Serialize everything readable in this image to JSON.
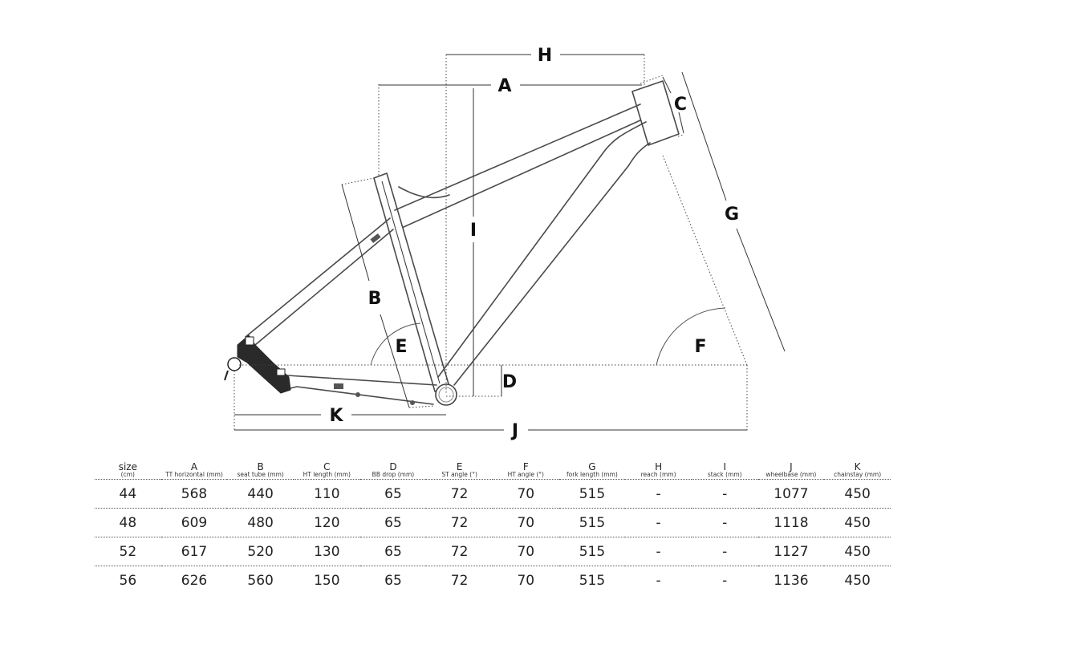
{
  "dimension_labels": {
    "A": "A",
    "B": "B",
    "C": "C",
    "D": "D",
    "E": "E",
    "F": "F",
    "G": "G",
    "H": "H",
    "I": "I",
    "J": "J",
    "K": "K"
  },
  "table": {
    "headers": [
      {
        "letter": "size",
        "sub": "(cm)"
      },
      {
        "letter": "A",
        "sub": "TT horizontal (mm)"
      },
      {
        "letter": "B",
        "sub": "seat tube (mm)"
      },
      {
        "letter": "C",
        "sub": "HT length (mm)"
      },
      {
        "letter": "D",
        "sub": "BB drop (mm)"
      },
      {
        "letter": "E",
        "sub": "ST angle (°)"
      },
      {
        "letter": "F",
        "sub": "HT angle (°)"
      },
      {
        "letter": "G",
        "sub": "fork length (mm)"
      },
      {
        "letter": "H",
        "sub": "reach (mm)"
      },
      {
        "letter": "I",
        "sub": "stack (mm)"
      },
      {
        "letter": "J",
        "sub": "wheelbase (mm)"
      },
      {
        "letter": "K",
        "sub": "chainstay (mm)"
      }
    ],
    "rows": [
      [
        "44",
        "568",
        "440",
        "110",
        "65",
        "72",
        "70",
        "515",
        "-",
        "-",
        "1077",
        "450"
      ],
      [
        "48",
        "609",
        "480",
        "120",
        "65",
        "72",
        "70",
        "515",
        "-",
        "-",
        "1118",
        "450"
      ],
      [
        "52",
        "617",
        "520",
        "130",
        "65",
        "72",
        "70",
        "515",
        "-",
        "-",
        "1127",
        "450"
      ],
      [
        "56",
        "626",
        "560",
        "150",
        "65",
        "72",
        "70",
        "515",
        "-",
        "-",
        "1136",
        "450"
      ]
    ]
  }
}
